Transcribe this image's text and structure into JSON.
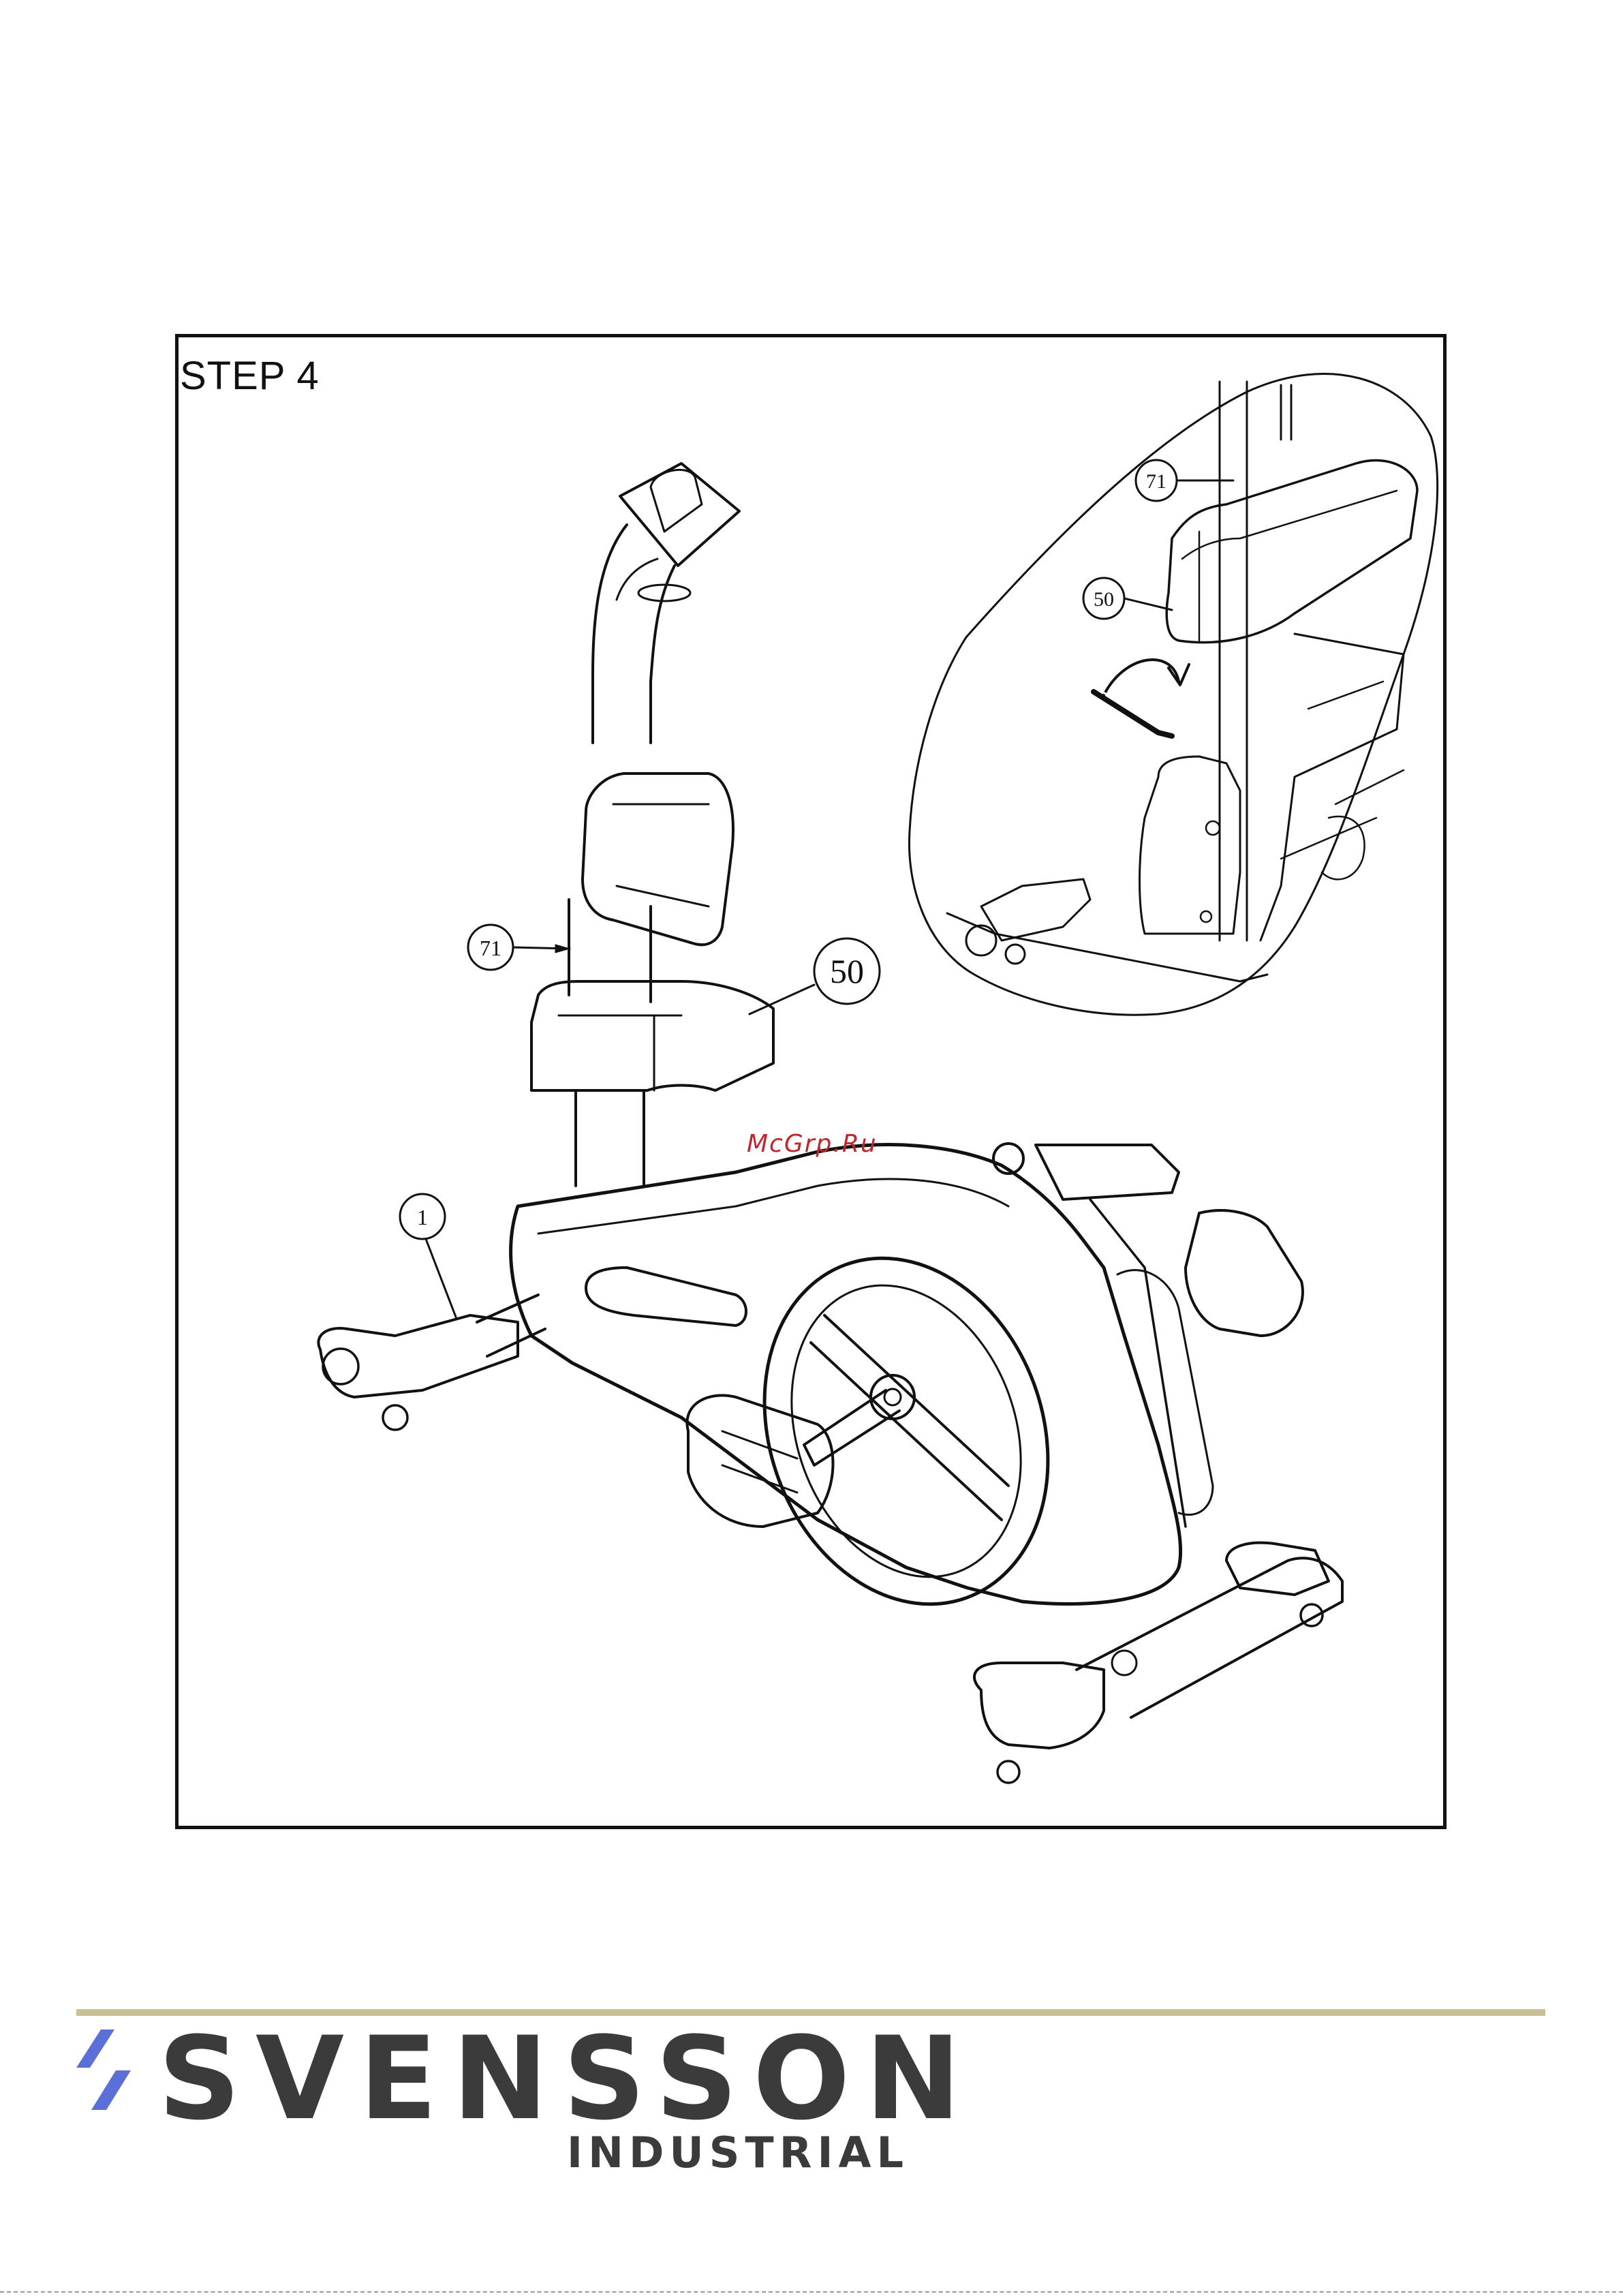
{
  "step": {
    "title": "STEP 4"
  },
  "callouts": {
    "main_71": "71",
    "main_50": "50",
    "main_1": "1",
    "detail_71": "71",
    "detail_50": "50"
  },
  "watermark": "McGrp.Ru",
  "brand": {
    "name": "SVENSSON",
    "sub": "INDUSTRIAL",
    "accent_color": "#5b6fd6",
    "text_color": "#3b3b3b",
    "rule_color": "#c9c09a"
  },
  "icons": {
    "logo": "svensson-slash-logo-icon",
    "rotate": "clockwise-arrow-icon"
  }
}
